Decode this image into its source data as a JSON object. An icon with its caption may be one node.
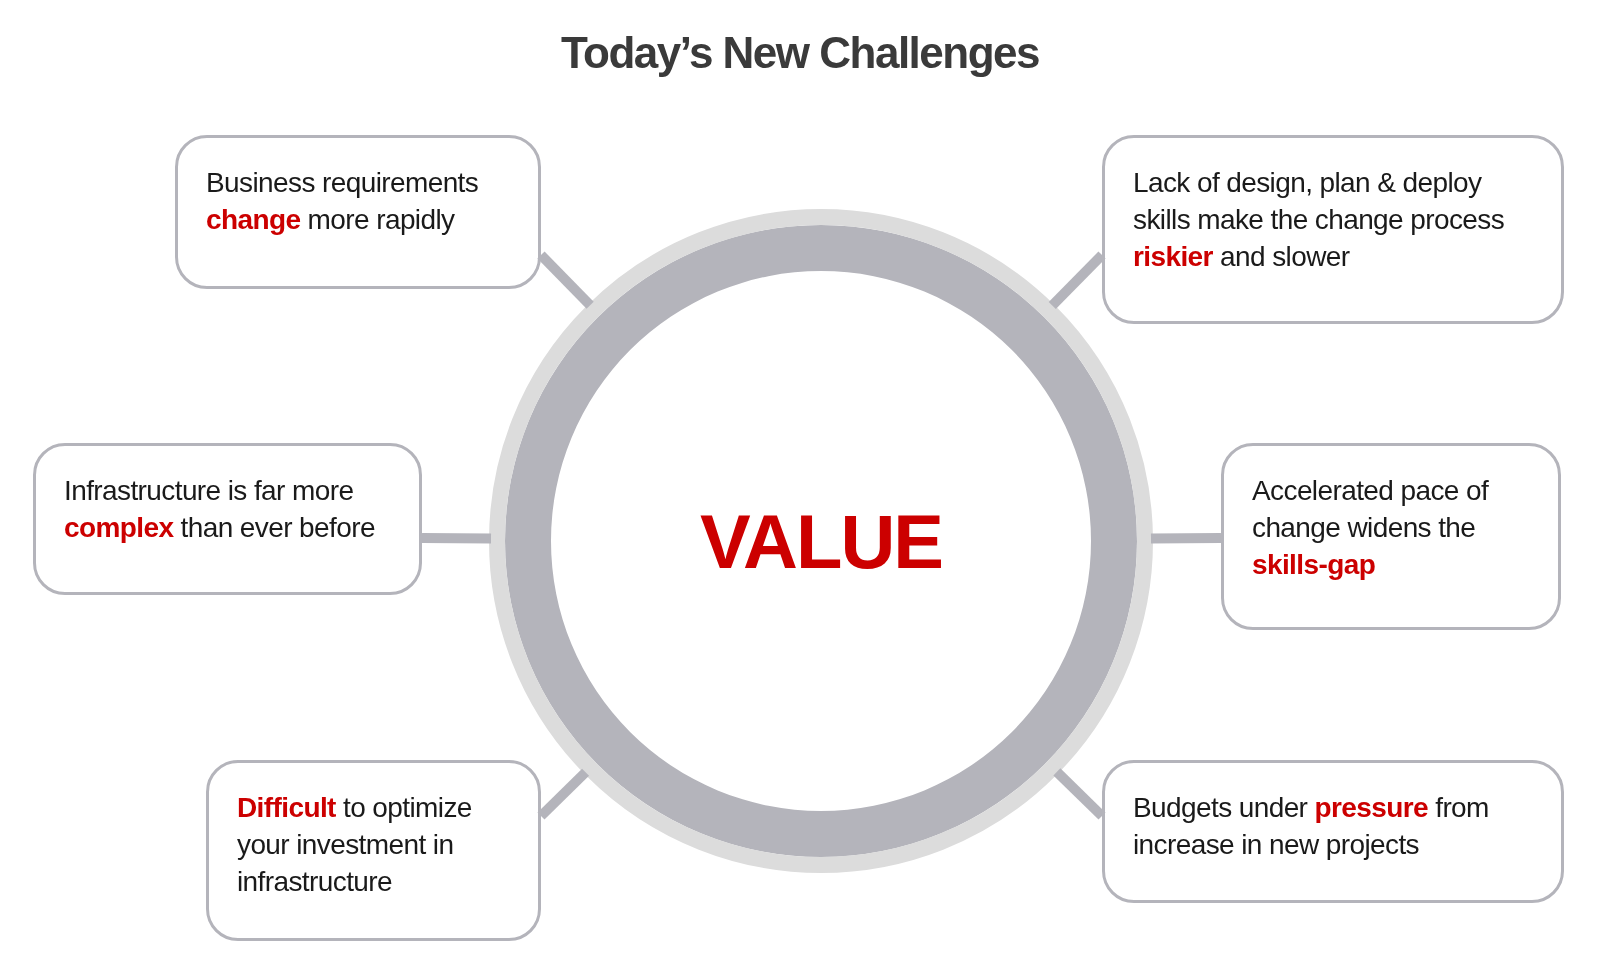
{
  "diagram": {
    "title": "Today’s New Challenges",
    "nodes": [
      {
        "text": [
          "Business requirements **change** more rapidly"
        ]
      },
      {
        "text": [
          "Lack of design, plan & deploy skills make the change process **riskier** and slower"
        ]
      },
      {
        "text": [
          "Infrastructure is far more **complex** than ever before"
        ]
      },
      {
        "text": [
          "VALUE"
        ]
      },
      {
        "text": [
          "Accelerated pace of change widens the **skills-gap**"
        ]
      },
      {
        "text": [
          "**Difficult** to optimize your investment in infrastructure"
        ]
      },
      {
        "text": [
          "Budgets under **pressure** from increase in new projects"
        ]
      }
    ],
    "edges": [
      {
        "from": 0,
        "to": 3,
        "arrow": "none"
      },
      {
        "from": 1,
        "to": 3,
        "arrow": "none"
      },
      {
        "from": 2,
        "to": 3,
        "arrow": "none"
      },
      {
        "from": 4,
        "to": 3,
        "arrow": "none"
      },
      {
        "from": 5,
        "to": 3,
        "arrow": "none"
      },
      {
        "from": 6,
        "to": 3,
        "arrow": "none"
      }
    ]
  }
}
